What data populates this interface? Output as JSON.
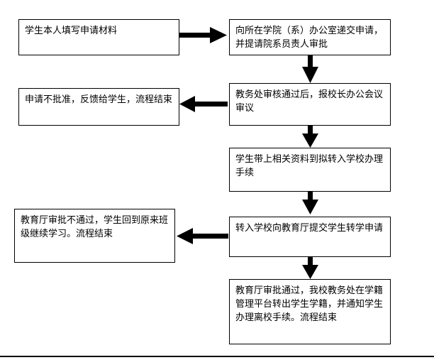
{
  "flowchart": {
    "steps": [
      {
        "id": "student-fill",
        "text": "学生本人填写申请材料"
      },
      {
        "id": "submit-dept",
        "text": "向所在学院（系）办公室递交申请，并提请院系员责人审批"
      },
      {
        "id": "academic-review",
        "text": "教务处审核通过后，报校长办公会议审议"
      },
      {
        "id": "rejected-feedback",
        "text": "申请不批准，反馈给学生，流程结束"
      },
      {
        "id": "transfer-school",
        "text": "学生带上相关资料到拟转入学校办理手续"
      },
      {
        "id": "submit-edu-dept",
        "text": "转入学校向教育厅提交学生转学申请"
      },
      {
        "id": "edu-rejected",
        "text": "教育厅审批不通过，学生回到原来班级继续学习。流程结束"
      },
      {
        "id": "edu-approved",
        "text": "教育厅审批通过，我校教务处在学籍管理平台转出学生学籍，并通知学生办理离校手续。流程结束"
      }
    ]
  },
  "colors": {
    "line": "#000000",
    "box_border": "#000000",
    "background": "#ffffff"
  }
}
